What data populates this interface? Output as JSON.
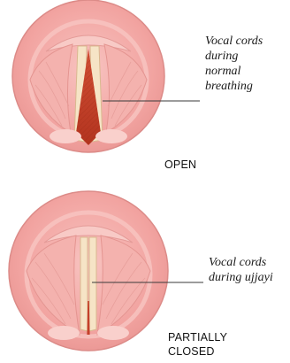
{
  "panels": [
    {
      "caption_lines": [
        "Vocal cords",
        "during",
        "normal",
        "breathing"
      ],
      "state_lines": [
        "OPEN"
      ]
    },
    {
      "caption_lines": [
        "Vocal cords",
        "during ujjayi"
      ],
      "state_lines": [
        "PARTIALLY",
        "CLOSED"
      ]
    }
  ],
  "colors": {
    "tissue": "#f2a3a1",
    "tissue_light": "#f8c6c3",
    "rim": "#d98482",
    "cord": "#f6e4c6",
    "glottis": "#c4402a",
    "leader": "#3a3a3a"
  }
}
